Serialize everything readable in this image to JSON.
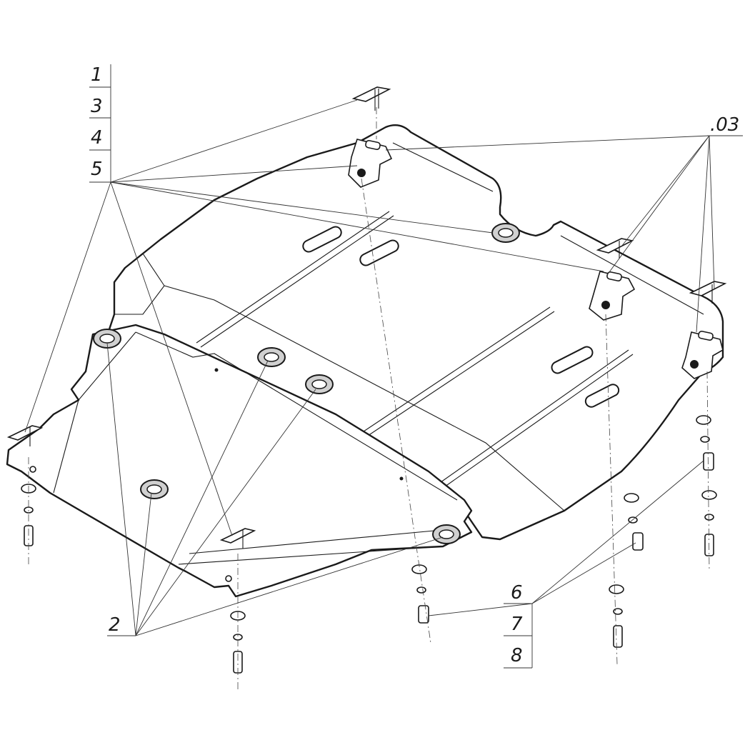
{
  "callouts": {
    "top_left": [
      "1",
      "3",
      "4",
      "5"
    ],
    "top_right": ".03",
    "bottom_left": "2",
    "bottom_right": [
      "6",
      "7",
      "8"
    ]
  }
}
